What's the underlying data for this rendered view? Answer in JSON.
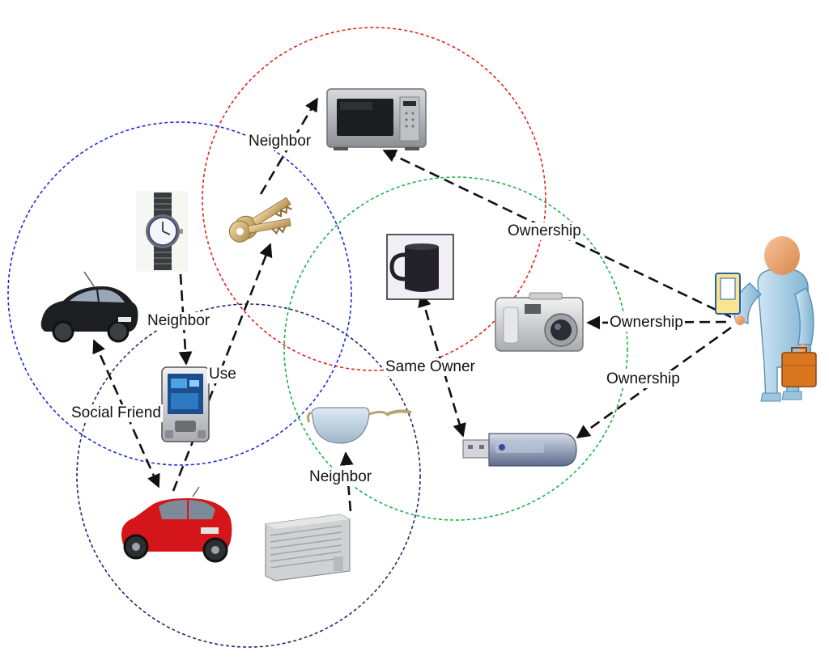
{
  "labels": {
    "neighbor_top": "Neighbor",
    "ownership_top": "Ownership",
    "ownership_middle": "Ownership",
    "ownership_bottom": "Ownership",
    "neighbor_left": "Neighbor",
    "use": "Use",
    "same_owner": "Same Owner",
    "social_friend": "Social Friend",
    "neighbor_bottom": "Neighbor"
  },
  "colors": {
    "circle_red": "#e8231f",
    "circle_blue": "#1a2fd6",
    "circle_green": "#1fb24a",
    "circle_navy": "#1f2a6b",
    "arrow": "#111111"
  },
  "objects": [
    "microwave-icon",
    "keys-icon",
    "wristwatch-icon",
    "mug-icon",
    "digital-camera-icon",
    "black-car-icon",
    "pda-icon",
    "sunglasses-icon",
    "usb-drive-icon",
    "red-car-icon",
    "air-conditioner-icon",
    "person-icon"
  ]
}
